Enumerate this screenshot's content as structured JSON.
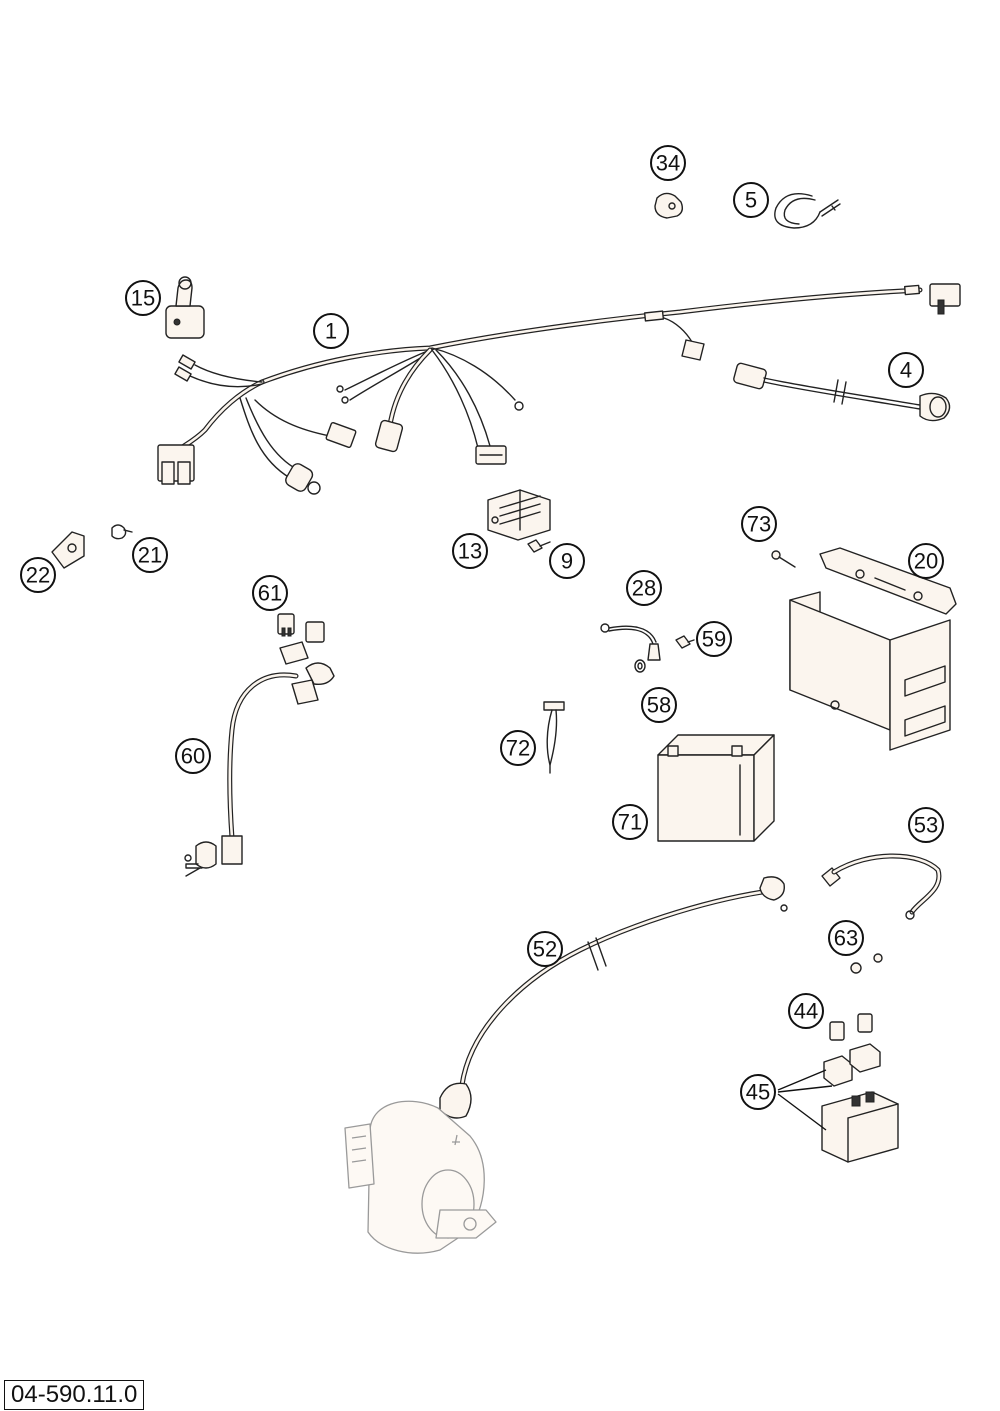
{
  "drawing_number": "04-590.11.0",
  "callouts": [
    {
      "label": "34"
    },
    {
      "label": "5"
    },
    {
      "label": "15"
    },
    {
      "label": "1"
    },
    {
      "label": "4"
    },
    {
      "label": "13"
    },
    {
      "label": "9"
    },
    {
      "label": "73"
    },
    {
      "label": "20"
    },
    {
      "label": "22"
    },
    {
      "label": "21"
    },
    {
      "label": "61"
    },
    {
      "label": "28"
    },
    {
      "label": "59"
    },
    {
      "label": "58"
    },
    {
      "label": "72"
    },
    {
      "label": "71"
    },
    {
      "label": "60"
    },
    {
      "label": "53"
    },
    {
      "label": "63"
    },
    {
      "label": "52"
    },
    {
      "label": "44"
    },
    {
      "label": "45"
    }
  ]
}
